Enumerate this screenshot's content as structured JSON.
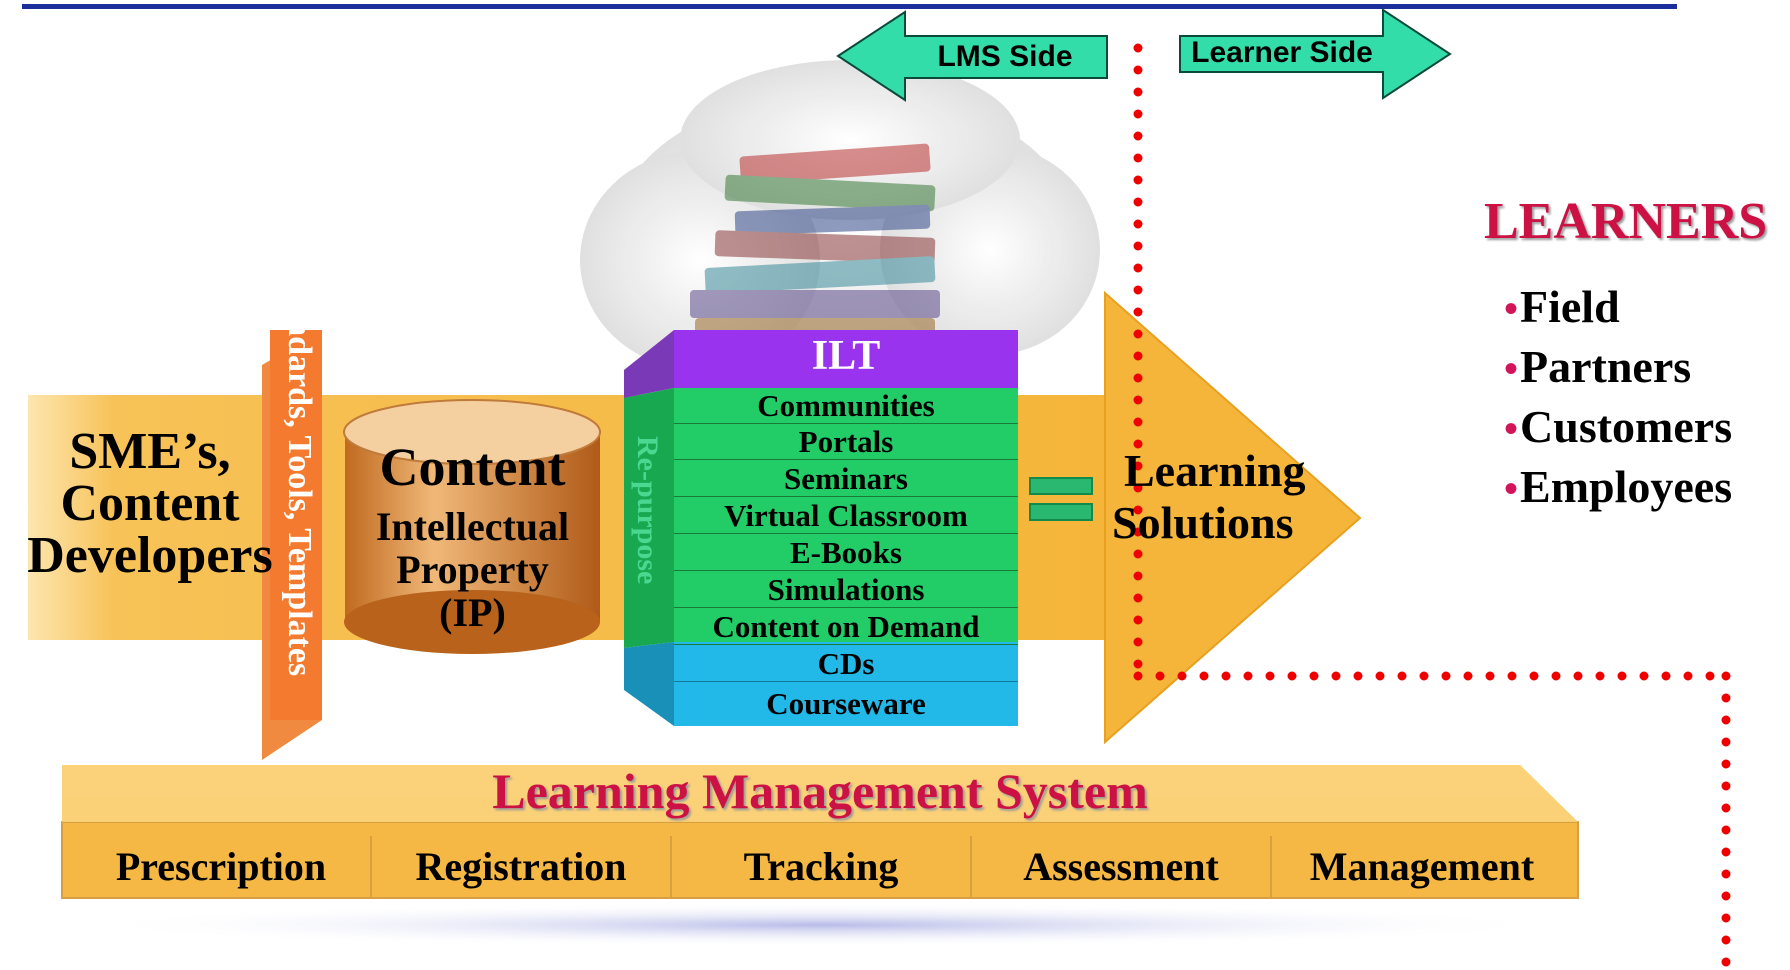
{
  "arrows": {
    "lms_side": "LMS Side",
    "learner_side": "Learner Side"
  },
  "left_label": [
    "SME’s,",
    "Content",
    "Developers"
  ],
  "standards_label": "Standards, Tools, Templates",
  "content": {
    "title": "Content",
    "subtitle": [
      "Intellectual",
      "Property",
      "(IP)"
    ]
  },
  "repurpose_label": "Re-purpose",
  "stack": {
    "top": "ILT",
    "green_items": [
      "Communities",
      "Portals",
      "Seminars",
      "Virtual Classroom",
      "E-Books",
      "Simulations",
      "Content on Demand"
    ],
    "blue_items": [
      "CDs",
      "Courseware"
    ]
  },
  "equals": "=",
  "result": [
    "Learning",
    "Solutions"
  ],
  "learners": {
    "title": "LEARNERS",
    "items": [
      "Field",
      "Partners",
      "Customers",
      "Employees"
    ]
  },
  "lms": {
    "title": "Learning Management System",
    "modules": [
      "Prescription",
      "Registration",
      "Tracking",
      "Assessment",
      "Management"
    ]
  },
  "colors": {
    "band": "#f5b53a",
    "red_title": "#cc1144",
    "green": "#22cc66",
    "purple": "#9933ee",
    "blue": "#22b8e8",
    "arrow_teal": "#33ddaa",
    "dotted": "#ee0000",
    "top_rule": "#1a2e9c"
  }
}
